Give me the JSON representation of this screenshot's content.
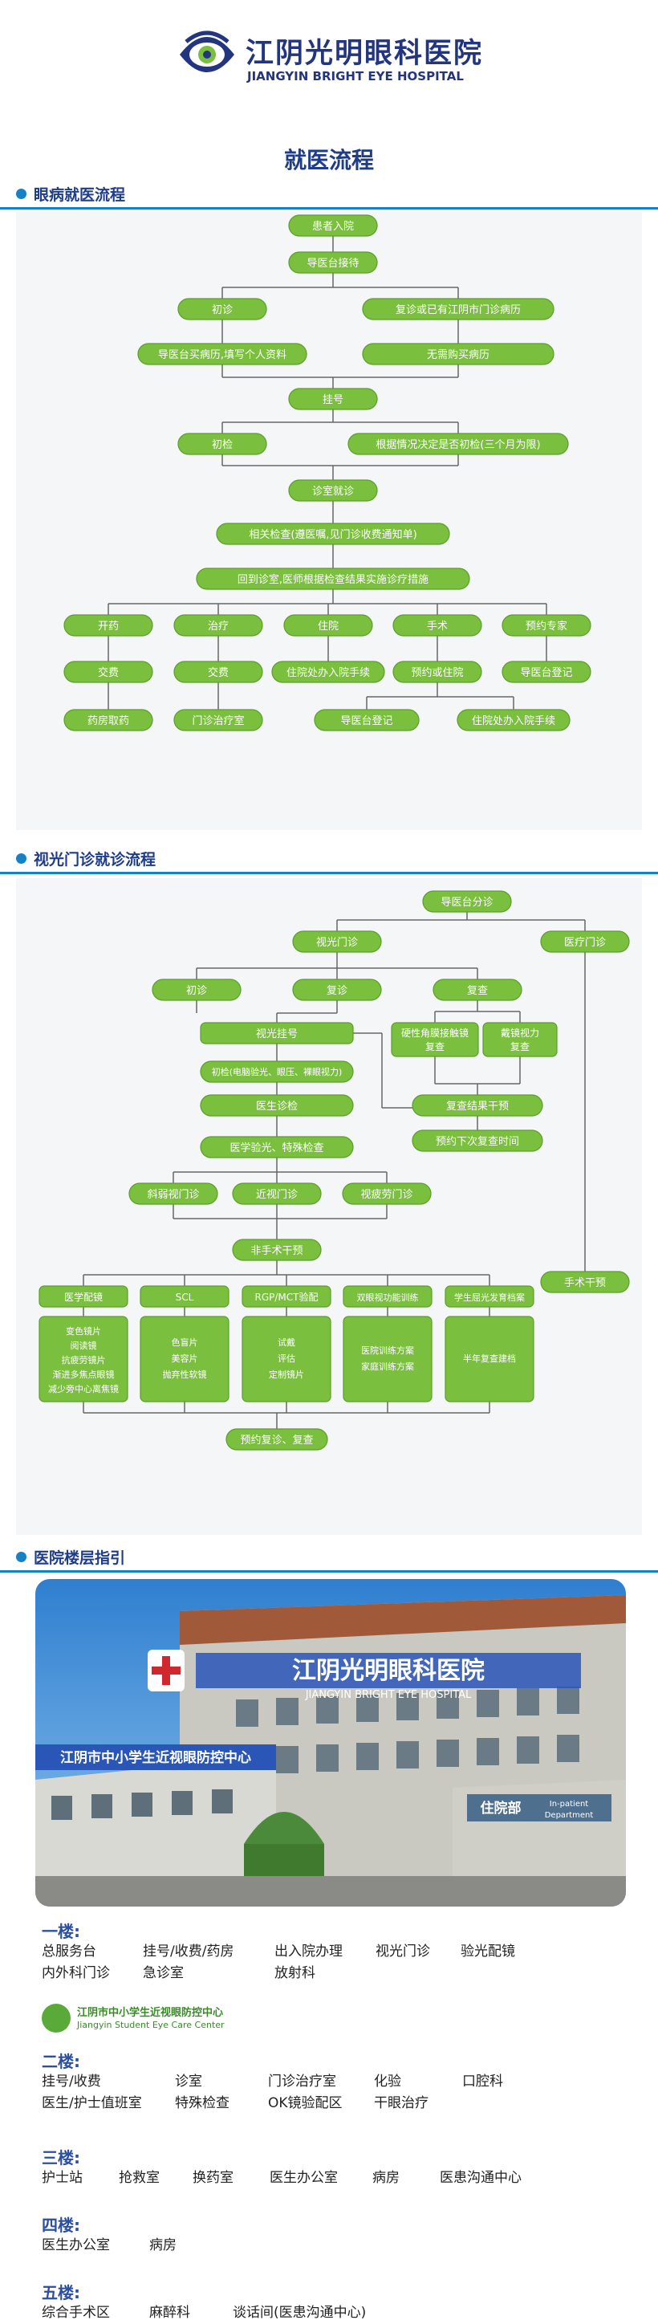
{
  "header": {
    "hospital_cn": "江阴光明眼科医院",
    "hospital_en": "JIANGYIN BRIGHT EYE HOSPITAL",
    "page_title": "就医流程"
  },
  "section1": {
    "title": "眼病就医流程",
    "nodes": {
      "n1": "患者入院",
      "n2": "导医台接待",
      "n3": "初诊",
      "n4": "复诊或已有江阴市门诊病历",
      "n5": "导医台买病历,填写个人资料",
      "n6": "无需购买病历",
      "n7": "挂号",
      "n8": "初检",
      "n9": "根据情况决定是否初检(三个月为限)",
      "n10": "诊室就诊",
      "n11": "相关检查(遵医嘱,见门诊收费通知单)",
      "n12": "回到诊室,医师根据检查结果实施诊疗措施",
      "n13": "开药",
      "n14": "治疗",
      "n15": "住院",
      "n16": "手术",
      "n17": "预约专家",
      "n18": "交费",
      "n19": "交费",
      "n20": "住院处办入院手续",
      "n21": "预约或住院",
      "n22": "导医台登记",
      "n23": "药房取药",
      "n24": "门诊治疗室",
      "n25": "导医台登记",
      "n26": "住院处办入院手续"
    }
  },
  "section2": {
    "title": "视光门诊就诊流程",
    "nodes": {
      "v1": "导医台分诊",
      "v2": "视光门诊",
      "v3": "医疗门诊",
      "v4": "初诊",
      "v5": "复诊",
      "v6": "复查",
      "v7": "视光挂号",
      "v8a": "硬性角膜接触镜",
      "v8b": "复查",
      "v9a": "戴镜视力",
      "v9b": "复查",
      "v10": "初检(电脑验光、眼压、裸眼视力)",
      "v11": "医生诊检",
      "v12": "复查结果干预",
      "v13": "医学验光、特殊检查",
      "v14": "预约下次复查时间",
      "v15": "斜弱视门诊",
      "v16": "近视门诊",
      "v17": "视疲劳门诊",
      "v18": "非手术干预",
      "v19": "手术干预",
      "c1": "医学配镜",
      "c2": "SCL",
      "c3": "RGP/MCT验配",
      "c4": "双眼视功能训练",
      "c5": "学生屈光发育档案",
      "d1": [
        "变色镜片",
        "阅读镜",
        "抗疲劳镜片",
        "渐进多焦点眼镜",
        "减少旁中心离焦镜"
      ],
      "d2": [
        "色盲片",
        "美容片",
        "抛弃性软镜"
      ],
      "d3": [
        "试戴",
        "评估",
        "定制镜片"
      ],
      "d4": [
        "医院训练方案",
        "家庭训练方案"
      ],
      "d5": [
        "半年复查建档"
      ],
      "v20": "预约复诊、复查"
    }
  },
  "section3": {
    "title": "医院楼层指引",
    "photo_sign_main": "江阴光明眼科医院",
    "photo_sign_en": "JIANGYIN BRIGHT EYE HOSPITAL",
    "photo_sign_left": "江阴市中小学生近视眼防控中心",
    "photo_sign_inpatient": "住院部",
    "photo_sign_inpatient_en1": "In-patient",
    "photo_sign_inpatient_en2": "Department",
    "badge_cn": "江阴市中小学生近视眼防控中心",
    "badge_en": "Jiangyin Student Eye Care Center",
    "floors": [
      {
        "title": "一楼:",
        "rows": [
          [
            "总服务台",
            "挂号/收费/药房",
            "出入院办理",
            "视光门诊",
            "验光配镜"
          ],
          [
            "内外科门诊",
            "急诊室",
            "放射科"
          ]
        ]
      },
      {
        "title": "二楼:",
        "rows": [
          [
            "挂号/收费",
            "诊室",
            "门诊治疗室",
            "化验",
            "口腔科"
          ],
          [
            "医生/护士值班室",
            "特殊检查",
            "OK镜验配区",
            "干眼治疗"
          ]
        ]
      },
      {
        "title": "三楼:",
        "rows": [
          [
            "护士站",
            "抢救室",
            "换药室",
            "医生办公室",
            "病房",
            "医患沟通中心"
          ]
        ]
      },
      {
        "title": "四楼:",
        "rows": [
          [
            "医生办公室",
            "病房"
          ]
        ]
      },
      {
        "title": "五楼:",
        "rows": [
          [
            "综合手术区",
            "麻醉科",
            "谈话间(医患沟通中心)"
          ]
        ]
      }
    ]
  },
  "colors": {
    "node_green": "#7bbf3f",
    "node_border": "#5a9e2a",
    "connector": "#666666",
    "brand_blue": "#1f3c88",
    "accent_blue": "#1582c8"
  }
}
